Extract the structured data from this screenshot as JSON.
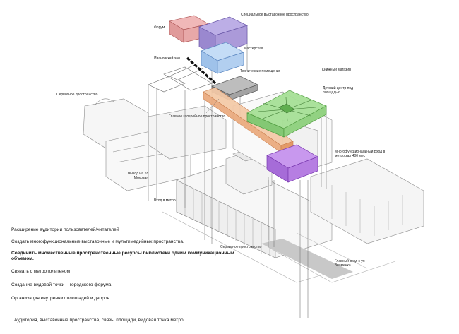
{
  "labels": {
    "forum": "Форум",
    "special_exhibition": "Специальное выставочное пространство",
    "workshop": "Мастерская",
    "ivanovsky_hall": "Ивановский зал",
    "technical_rooms": "Технические помещения",
    "book_shop": "Книжный магазин",
    "children_center": "Детский центр под площадью",
    "service_space_left": "Сервисное пространство",
    "main_gallery": "Главное галерейное пространство",
    "multifunctional_hall": "Многофункциональный Вход в метро зал 400 мест",
    "exit_mokhovaya": "Выход на Ул Моховая",
    "metro_entrance": "Вход в метро",
    "service_space_bottom": "Сервисное пространство",
    "main_entrance": "Главный вход с ул Знаменка"
  },
  "text": {
    "t1": "Расширение аудитории пользователей/читателей",
    "t2": "Создать многофункциональные выставочные и мультимедийных пространства.",
    "t3": "Соединить  множественные пространственные ресурсы библиотеки одним коммуникационным объемом.",
    "t4": "Связать с метрополитеном",
    "t5": "Создание видовой точки – городского форума",
    "t6": "Организация внутренних площадей и дворов",
    "summary": "Аудитория, выставочные пространства, связь, площади, видовая точка метро"
  },
  "colors": {
    "forum": "#e8a0a0",
    "special_exhibition": "#a898d8",
    "workshop": "#a8c8f0",
    "technical": "#a8a8a8",
    "children_center": "#9ed88e",
    "gallery": "#f0b890",
    "multifunctional": "#b074e0",
    "building_line": "#8a8a8a"
  }
}
